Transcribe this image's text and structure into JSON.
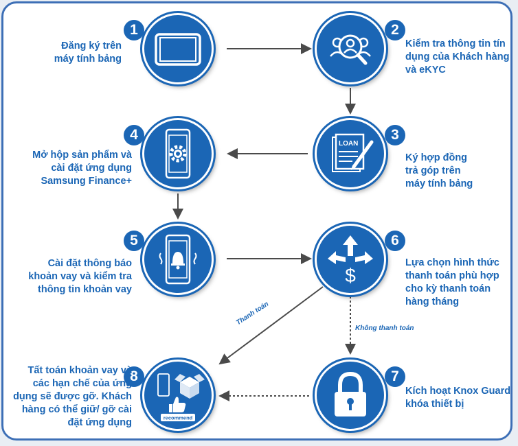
{
  "steps": [
    {
      "num": "1",
      "label_lines": [
        "Đăng ký trên",
        "máy tính bảng"
      ],
      "icon": "tablet-icon"
    },
    {
      "num": "2",
      "label_lines": [
        "Kiểm tra thông tin tín",
        "dụng của Khách hàng",
        "và eKYC"
      ],
      "icon": "user-search-icon"
    },
    {
      "num": "3",
      "label_lines": [
        "Ký hợp đồng",
        "trả góp trên",
        "máy tính bảng"
      ],
      "icon": "loan-document-icon",
      "icon_text": "LOAN"
    },
    {
      "num": "4",
      "label_lines": [
        "Mở hộp sản phẩm và",
        "cài đặt ứng dụng",
        "Samsung Finance+"
      ],
      "icon": "phone-settings-icon"
    },
    {
      "num": "5",
      "label_lines": [
        "Cài đặt thông báo",
        "khoản vay và kiểm tra",
        "thông tin khoản vay"
      ],
      "icon": "phone-notification-icon"
    },
    {
      "num": "6",
      "label_lines": [
        "Lựa chọn hình thức",
        "thanh toán phù hợp",
        "cho kỳ thanh toán",
        "hàng tháng"
      ],
      "icon": "payment-choice-icon"
    },
    {
      "num": "7",
      "label_lines": [
        "Kích hoạt Knox Guard",
        "khóa thiết bị"
      ],
      "icon": "padlock-icon"
    },
    {
      "num": "8",
      "label_lines": [
        "Tất toán khoản vay và",
        "các hạn chế của ứng",
        "dụng sẽ được gỡ. Khách",
        "hàng có thể giữ/ gỡ cài",
        "đặt ứng dụng"
      ],
      "icon": "recommend-box-icon",
      "icon_text": "recommend"
    }
  ],
  "edges": {
    "paid_label": "Thanh toán",
    "unpaid_label": "Không thanh toán"
  },
  "colors": {
    "brand": "#1b66b5",
    "frame": "#3d6fb6",
    "arrow": "#4a4a4a"
  }
}
